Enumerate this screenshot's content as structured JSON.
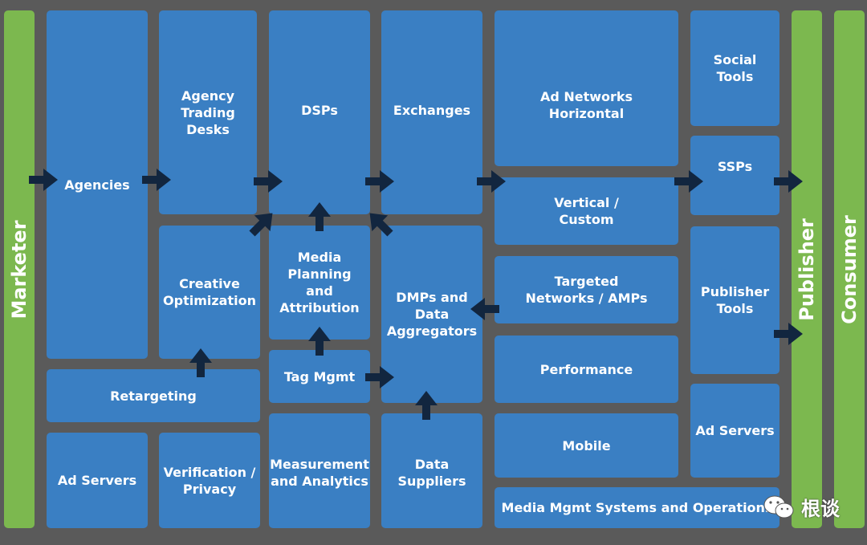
{
  "sides": {
    "marketer": "Marketer",
    "publisher": "Publisher",
    "consumer": "Consumer"
  },
  "boxes": {
    "agencies": "Agencies",
    "agency_trading_desks": "Agency\nTrading\nDesks",
    "dsps": "DSPs",
    "exchanges": "Exchanges",
    "ad_networks_horizontal": "Ad Networks\nHorizontal",
    "social_tools": "Social\nTools",
    "ssps": "SSPs",
    "vertical_custom": "Vertical /\nCustom",
    "creative_optimization": "Creative\nOptimization",
    "media_planning": "Media\nPlanning\nand\nAttribution",
    "dmps": "DMPs and\nData\nAggregators",
    "targeted_networks": "Targeted\nNetworks / AMPs",
    "publisher_tools": "Publisher\nTools",
    "retargeting": "Retargeting",
    "tag_mgmt": "Tag Mgmt",
    "performance": "Performance",
    "mobile": "Mobile",
    "ad_servers_publisher": "Ad Servers",
    "ad_servers_marketer": "Ad Servers",
    "verification_privacy": "Verification /\nPrivacy",
    "measurement_analytics": "Measurement\nand Analytics",
    "data_suppliers": "Data\nSuppliers",
    "media_mgmt": "Media Mgmt Systems and Operations"
  },
  "watermark": {
    "icon": "wechat-icon",
    "text": "根谈"
  },
  "colors": {
    "background": "#5a5a5a",
    "box": "#3a7fc3",
    "side": "#7cb84f",
    "arrow": "#12263f"
  }
}
